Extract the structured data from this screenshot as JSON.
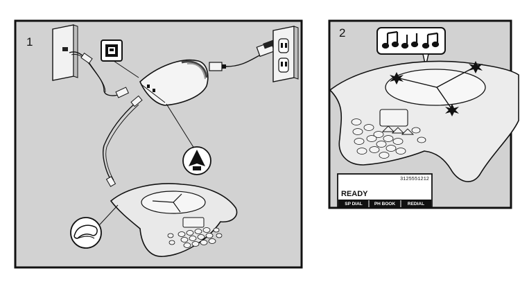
{
  "panels": [
    {
      "number": "1"
    },
    {
      "number": "2"
    }
  ],
  "display": {
    "phone_number": "3125551212",
    "status": "READY",
    "softkeys": [
      "SP DIAL",
      "PH BOOK",
      "REDIAL"
    ]
  },
  "icons": {
    "phone_jack": "phone-jack-icon",
    "power_outlet": "power-outlet-icon",
    "console_port": "conference-phone-port-icon",
    "phone_handset": "phone-handset-icon",
    "music_notes": "ringer-music-notes-icon"
  }
}
